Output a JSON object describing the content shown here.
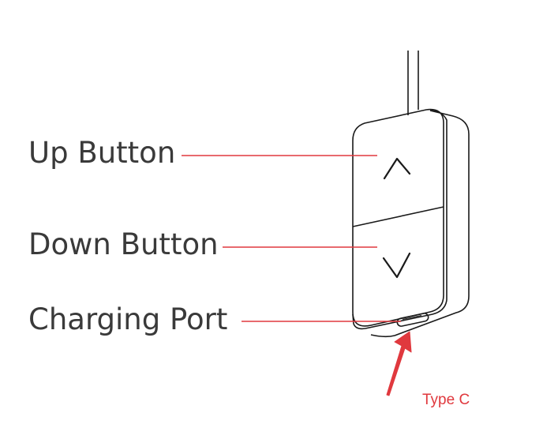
{
  "labels": {
    "up": "Up Button",
    "down": "Down Button",
    "port": "Charging Port",
    "port_type": "Type C"
  },
  "icons": {
    "up": "chevron-up-icon",
    "down": "chevron-down-icon"
  },
  "colors": {
    "outline": "#1a1a1a",
    "leader_line": "#e0393e",
    "arrow": "#e0393e",
    "label_text": "#3a3a3a",
    "type_text": "#e0393e"
  }
}
